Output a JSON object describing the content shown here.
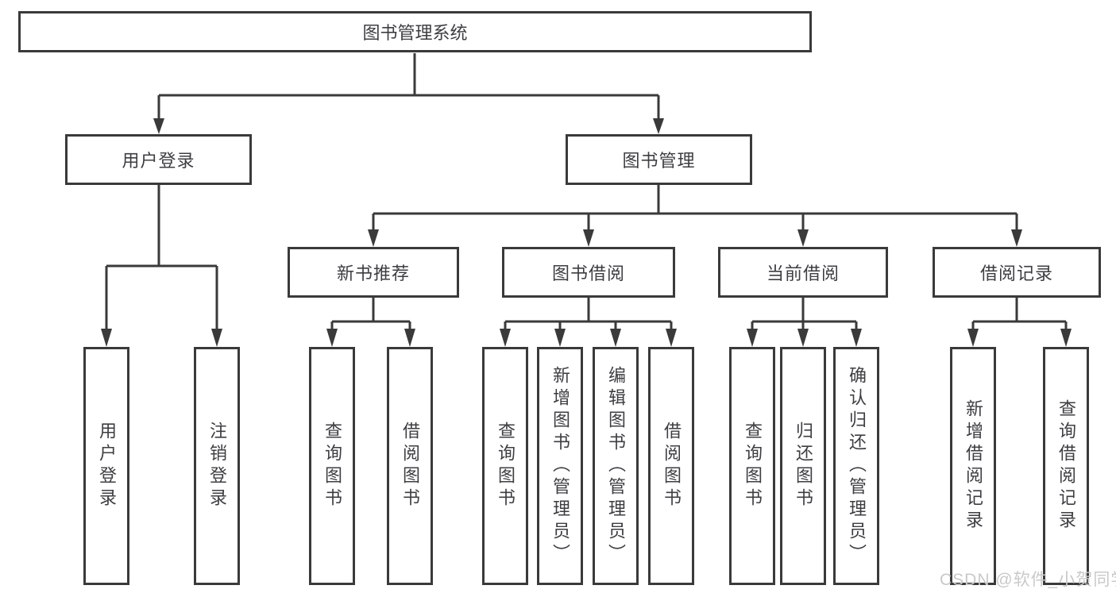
{
  "tree": {
    "root": "图书管理系统",
    "children": [
      {
        "label": "用户登录",
        "children": [
          {
            "label": "用户登录"
          },
          {
            "label": "注销登录"
          }
        ]
      },
      {
        "label": "图书管理",
        "children": [
          {
            "label": "新书推荐",
            "children": [
              {
                "label": "查询图书"
              },
              {
                "label": "借阅图书"
              }
            ]
          },
          {
            "label": "图书借阅",
            "children": [
              {
                "label": "查询图书"
              },
              {
                "label": "新增图书（管理员）"
              },
              {
                "label": "编辑图书（管理员）"
              },
              {
                "label": "借阅图书"
              }
            ]
          },
          {
            "label": "当前借阅",
            "children": [
              {
                "label": "查询图书"
              },
              {
                "label": "归还图书"
              },
              {
                "label": "确认归还（管理员）"
              }
            ]
          },
          {
            "label": "借阅记录",
            "children": [
              {
                "label": "新增借阅记录"
              },
              {
                "label": "查询借阅记录"
              }
            ]
          }
        ]
      }
    ]
  },
  "watermark": {
    "text": "CSDN @软件_小贺同学"
  },
  "colors": {
    "line": "#3a3a3a",
    "text": "#3e3e42",
    "watermark": "#c9c9c9",
    "background": "#ffffff"
  }
}
